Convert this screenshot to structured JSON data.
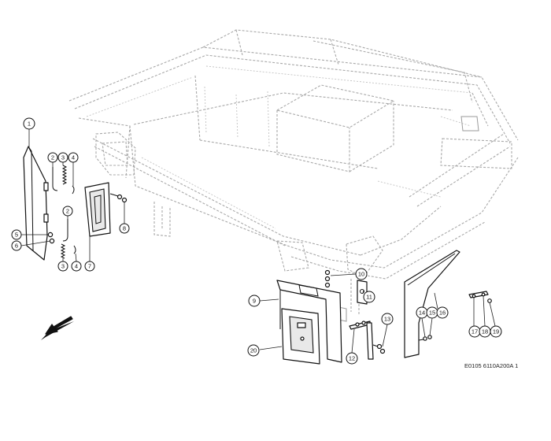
{
  "callouts": [
    "1",
    "2",
    "3",
    "4",
    "5",
    "6",
    "2",
    "3",
    "4",
    "7",
    "8",
    "9",
    "10",
    "11",
    "12",
    "13",
    "14",
    "15",
    "16",
    "17",
    "18",
    "19",
    "20"
  ],
  "drawing_ref": "E0105 6110A200A 1",
  "colors": {
    "ink": "#111111",
    "frame": "#a8a8a8",
    "background": "#ffffff"
  },
  "icons": {
    "direction_arrow": "front-direction-arrow-icon"
  }
}
